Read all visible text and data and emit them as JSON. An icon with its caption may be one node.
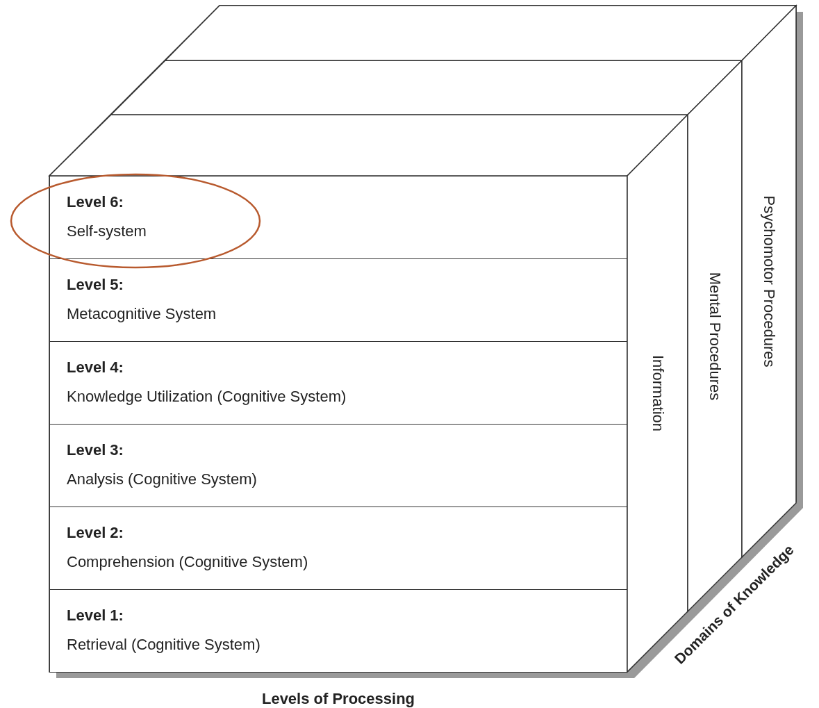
{
  "diagram": {
    "nodes": [
      {
        "text": [
          "Level 6:",
          "Self-system"
        ]
      },
      {
        "text": [
          "Level 5:",
          "Metacognitive System"
        ]
      },
      {
        "text": [
          "Level 4:",
          "Knowledge Utilization (Cognitive System)"
        ]
      },
      {
        "text": [
          "Level 3:",
          "Analysis (Cognitive System)"
        ]
      },
      {
        "text": [
          "Level 2:",
          "Comprehension (Cognitive System)"
        ]
      },
      {
        "text": [
          "Level 1:",
          "Retrieval (Cognitive System)"
        ]
      },
      {
        "text": [
          "Information"
        ]
      },
      {
        "text": [
          "Mental Procedures"
        ]
      },
      {
        "text": [
          "Psychomotor Procedures"
        ]
      }
    ],
    "edges": [],
    "labels": [
      "Levels of Processing",
      "Domains of Knowledge"
    ]
  }
}
